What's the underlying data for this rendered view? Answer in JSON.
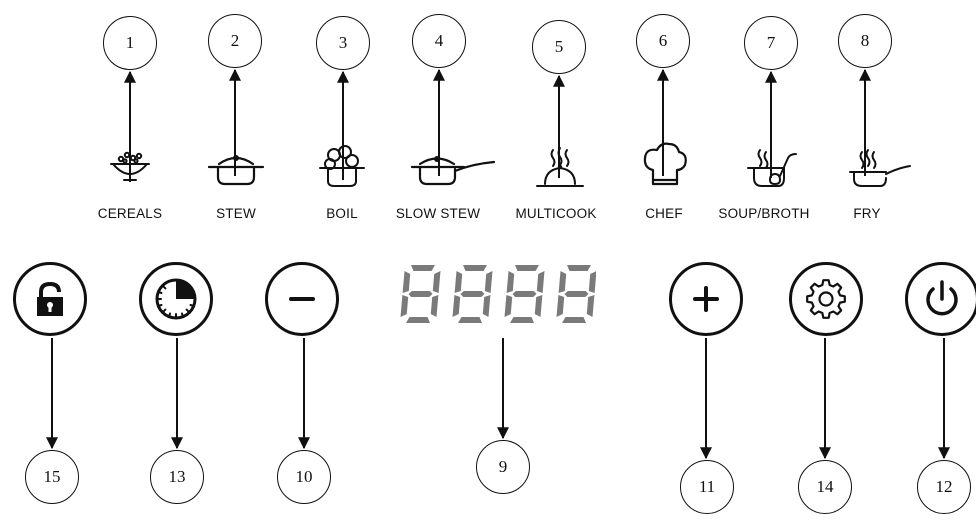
{
  "panel": {
    "modes": [
      {
        "label": "CEREALS",
        "callout": "1",
        "icon": "bowl-grain-icon"
      },
      {
        "label": "STEW",
        "callout": "2",
        "icon": "pot-lid-icon"
      },
      {
        "label": "BOIL",
        "callout": "3",
        "icon": "pot-bubbles-icon"
      },
      {
        "label": "SLOW STEW",
        "callout": "4",
        "icon": "saucepan-icon"
      },
      {
        "label": "MULTICOOK",
        "callout": "5",
        "icon": "cloche-steam-icon"
      },
      {
        "label": "CHEF",
        "callout": "6",
        "icon": "chef-hat-icon"
      },
      {
        "label": "SOUP/BROTH",
        "callout": "7",
        "icon": "soup-ladle-icon"
      },
      {
        "label": "FRY",
        "callout": "8",
        "icon": "frying-pan-icon"
      }
    ],
    "display": {
      "digits": "8888",
      "callout": "9",
      "color": "#7a7a7a"
    },
    "buttons": [
      {
        "name": "lock-button",
        "icon": "lock-icon",
        "callout": "15"
      },
      {
        "name": "timer-button",
        "icon": "timer-icon",
        "callout": "13"
      },
      {
        "name": "minus-button",
        "icon": "minus-icon",
        "callout": "10"
      },
      {
        "name": "plus-button",
        "icon": "plus-icon",
        "callout": "11"
      },
      {
        "name": "settings-button",
        "icon": "gear-icon",
        "callout": "14"
      },
      {
        "name": "power-button",
        "icon": "power-icon",
        "callout": "12"
      }
    ],
    "colors": {
      "ink": "#111111",
      "display": "#7a7a7a"
    }
  }
}
